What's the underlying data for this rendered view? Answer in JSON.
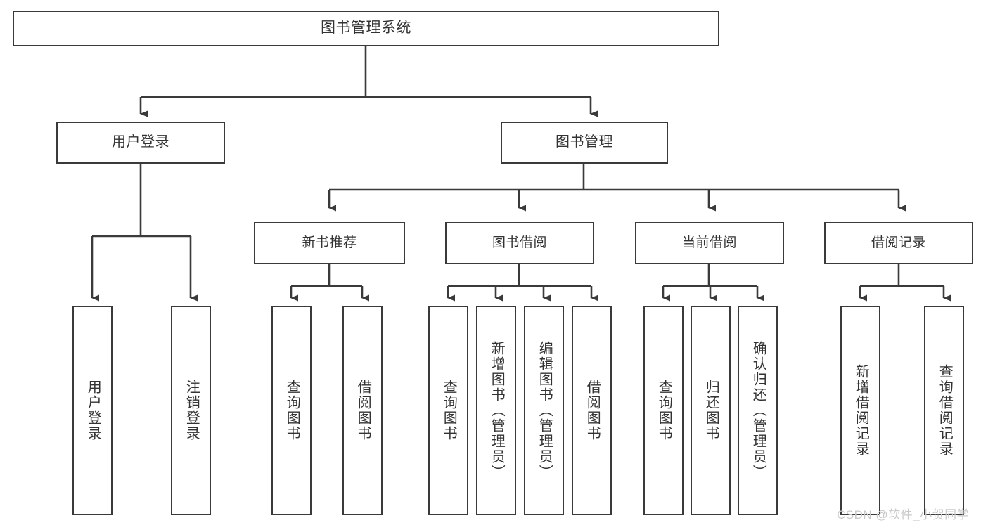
{
  "diagram": {
    "type": "tree-hierarchy",
    "root": {
      "label": "图书管理系统"
    },
    "level1": [
      {
        "label": "用户登录"
      },
      {
        "label": "图书管理"
      }
    ],
    "level2": [
      {
        "label": "新书推荐"
      },
      {
        "label": "图书借阅"
      },
      {
        "label": "当前借阅"
      },
      {
        "label": "借阅记录"
      }
    ],
    "leaves": {
      "user_login": [
        {
          "label": "用户登录"
        },
        {
          "label": "注销登录"
        }
      ],
      "new_book_recommend": [
        {
          "label": "查询图书"
        },
        {
          "label": "借阅图书"
        }
      ],
      "book_borrow": [
        {
          "label": "查询图书"
        },
        {
          "label": "新增图书（管理员）"
        },
        {
          "label": "编辑图书（管理员）"
        },
        {
          "label": "借阅图书"
        }
      ],
      "current_borrow": [
        {
          "label": "查询图书"
        },
        {
          "label": "归还图书"
        },
        {
          "label": "确认归还（管理员）"
        }
      ],
      "borrow_records": [
        {
          "label": "新增借阅记录"
        },
        {
          "label": "查询借阅记录"
        }
      ]
    }
  },
  "watermark": {
    "text": "CSDN @软件_小贺同学"
  },
  "colors": {
    "stroke": "#3a3a3a",
    "text": "#333333",
    "background": "#ffffff",
    "watermark": "#c9c9c9"
  }
}
